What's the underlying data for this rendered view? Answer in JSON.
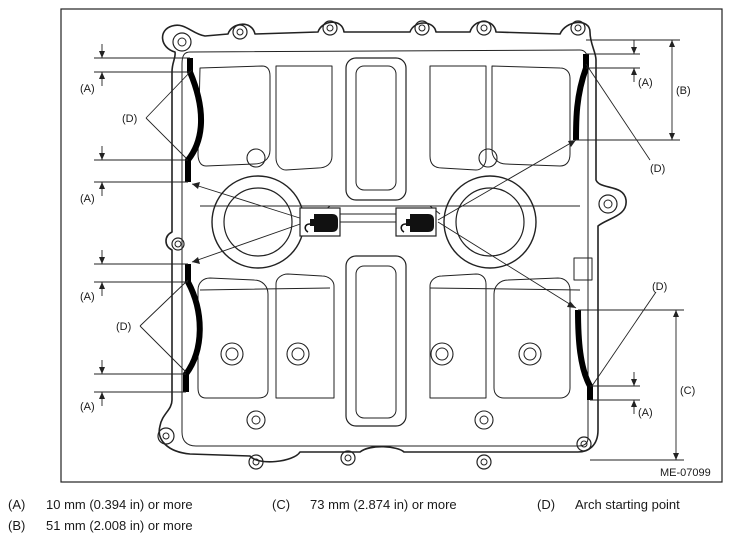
{
  "figure": {
    "code": "ME-07099",
    "callouts": {
      "a": "(A)",
      "b": "(B)",
      "c": "(C)",
      "d": "(D)"
    }
  },
  "legend": [
    {
      "key": "(A)",
      "text": "10 mm (0.394 in) or more"
    },
    {
      "key": "(B)",
      "text": "51 mm (2.008 in) or more"
    },
    {
      "key": "(C)",
      "text": "73 mm (2.874 in) or more"
    },
    {
      "key": "(D)",
      "text": "Arch starting point"
    }
  ],
  "icons": [
    "liquid-gasket-icon"
  ]
}
